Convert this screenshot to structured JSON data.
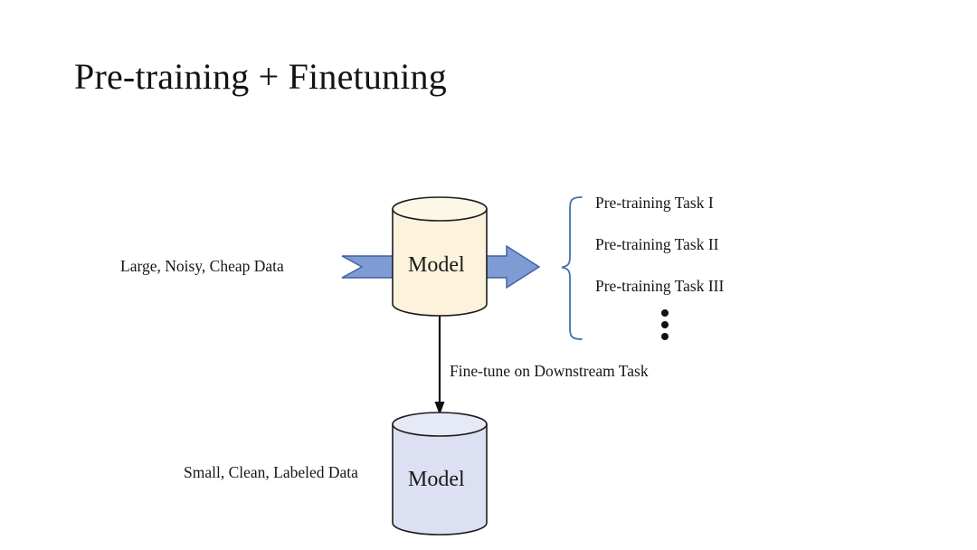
{
  "slide": {
    "title": "Pre-training + Finetuning",
    "background_color": "#ffffff"
  },
  "diagram": {
    "input_label": "Large, Noisy, Cheap Data",
    "finetune_arrow_label": "Fine-tune on Downstream Task",
    "downstream_input_label": "Small, Clean, Labeled Data",
    "pretrain_model": {
      "label": "Model",
      "fill_color": "#FDF3DC",
      "stroke_color": "#1d1d1d"
    },
    "finetuned_model": {
      "label": "Model",
      "fill_color": "#DCE0F2",
      "stroke_color": "#1d1d1d"
    },
    "flow_arrow": {
      "fill_color": "#7E9BD4",
      "stroke_color": "#3e5fa3"
    },
    "brace": {
      "color": "#4472a8"
    },
    "tasks": [
      {
        "label": "Pre-training Task I"
      },
      {
        "label": "Pre-training Task II"
      },
      {
        "label": "Pre-training Task III"
      }
    ],
    "ellipsis": "vertical-ellipsis"
  }
}
